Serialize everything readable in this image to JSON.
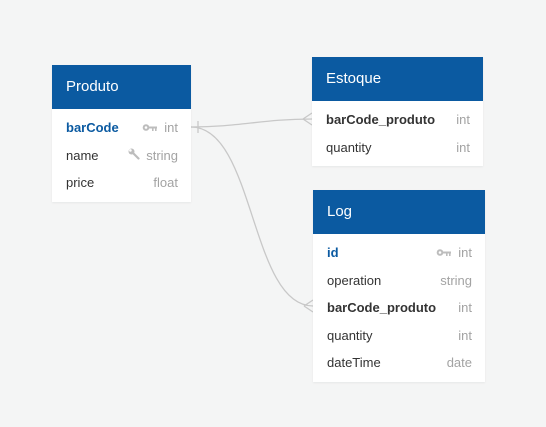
{
  "tables": {
    "produto": {
      "name": "Produto",
      "columns": [
        {
          "name": "barCode",
          "type": "int",
          "key": "primary"
        },
        {
          "name": "name",
          "type": "string",
          "key": "index"
        },
        {
          "name": "price",
          "type": "float",
          "key": ""
        }
      ]
    },
    "estoque": {
      "name": "Estoque",
      "columns": [
        {
          "name": "barCode_produto",
          "type": "int",
          "key": "foreign"
        },
        {
          "name": "quantity",
          "type": "int",
          "key": ""
        }
      ]
    },
    "log": {
      "name": "Log",
      "columns": [
        {
          "name": "id",
          "type": "int",
          "key": "primary"
        },
        {
          "name": "operation",
          "type": "string",
          "key": ""
        },
        {
          "name": "barCode_produto",
          "type": "int",
          "key": "foreign"
        },
        {
          "name": "quantity",
          "type": "int",
          "key": ""
        },
        {
          "name": "dateTime",
          "type": "date",
          "key": ""
        }
      ]
    }
  },
  "relationships": [
    {
      "from": "Produto.barCode",
      "to": "Estoque.barCode_produto",
      "cardinality": "one-to-many"
    },
    {
      "from": "Produto.barCode",
      "to": "Log.barCode_produto",
      "cardinality": "one-to-many"
    }
  ],
  "icons": {
    "primary": "key-icon",
    "index": "wrench-icon"
  },
  "colors": {
    "header": "#0b5aa1",
    "background": "#f4f5f5",
    "connector": "#c8c8c8",
    "primary_key": "#0b5aa1"
  }
}
